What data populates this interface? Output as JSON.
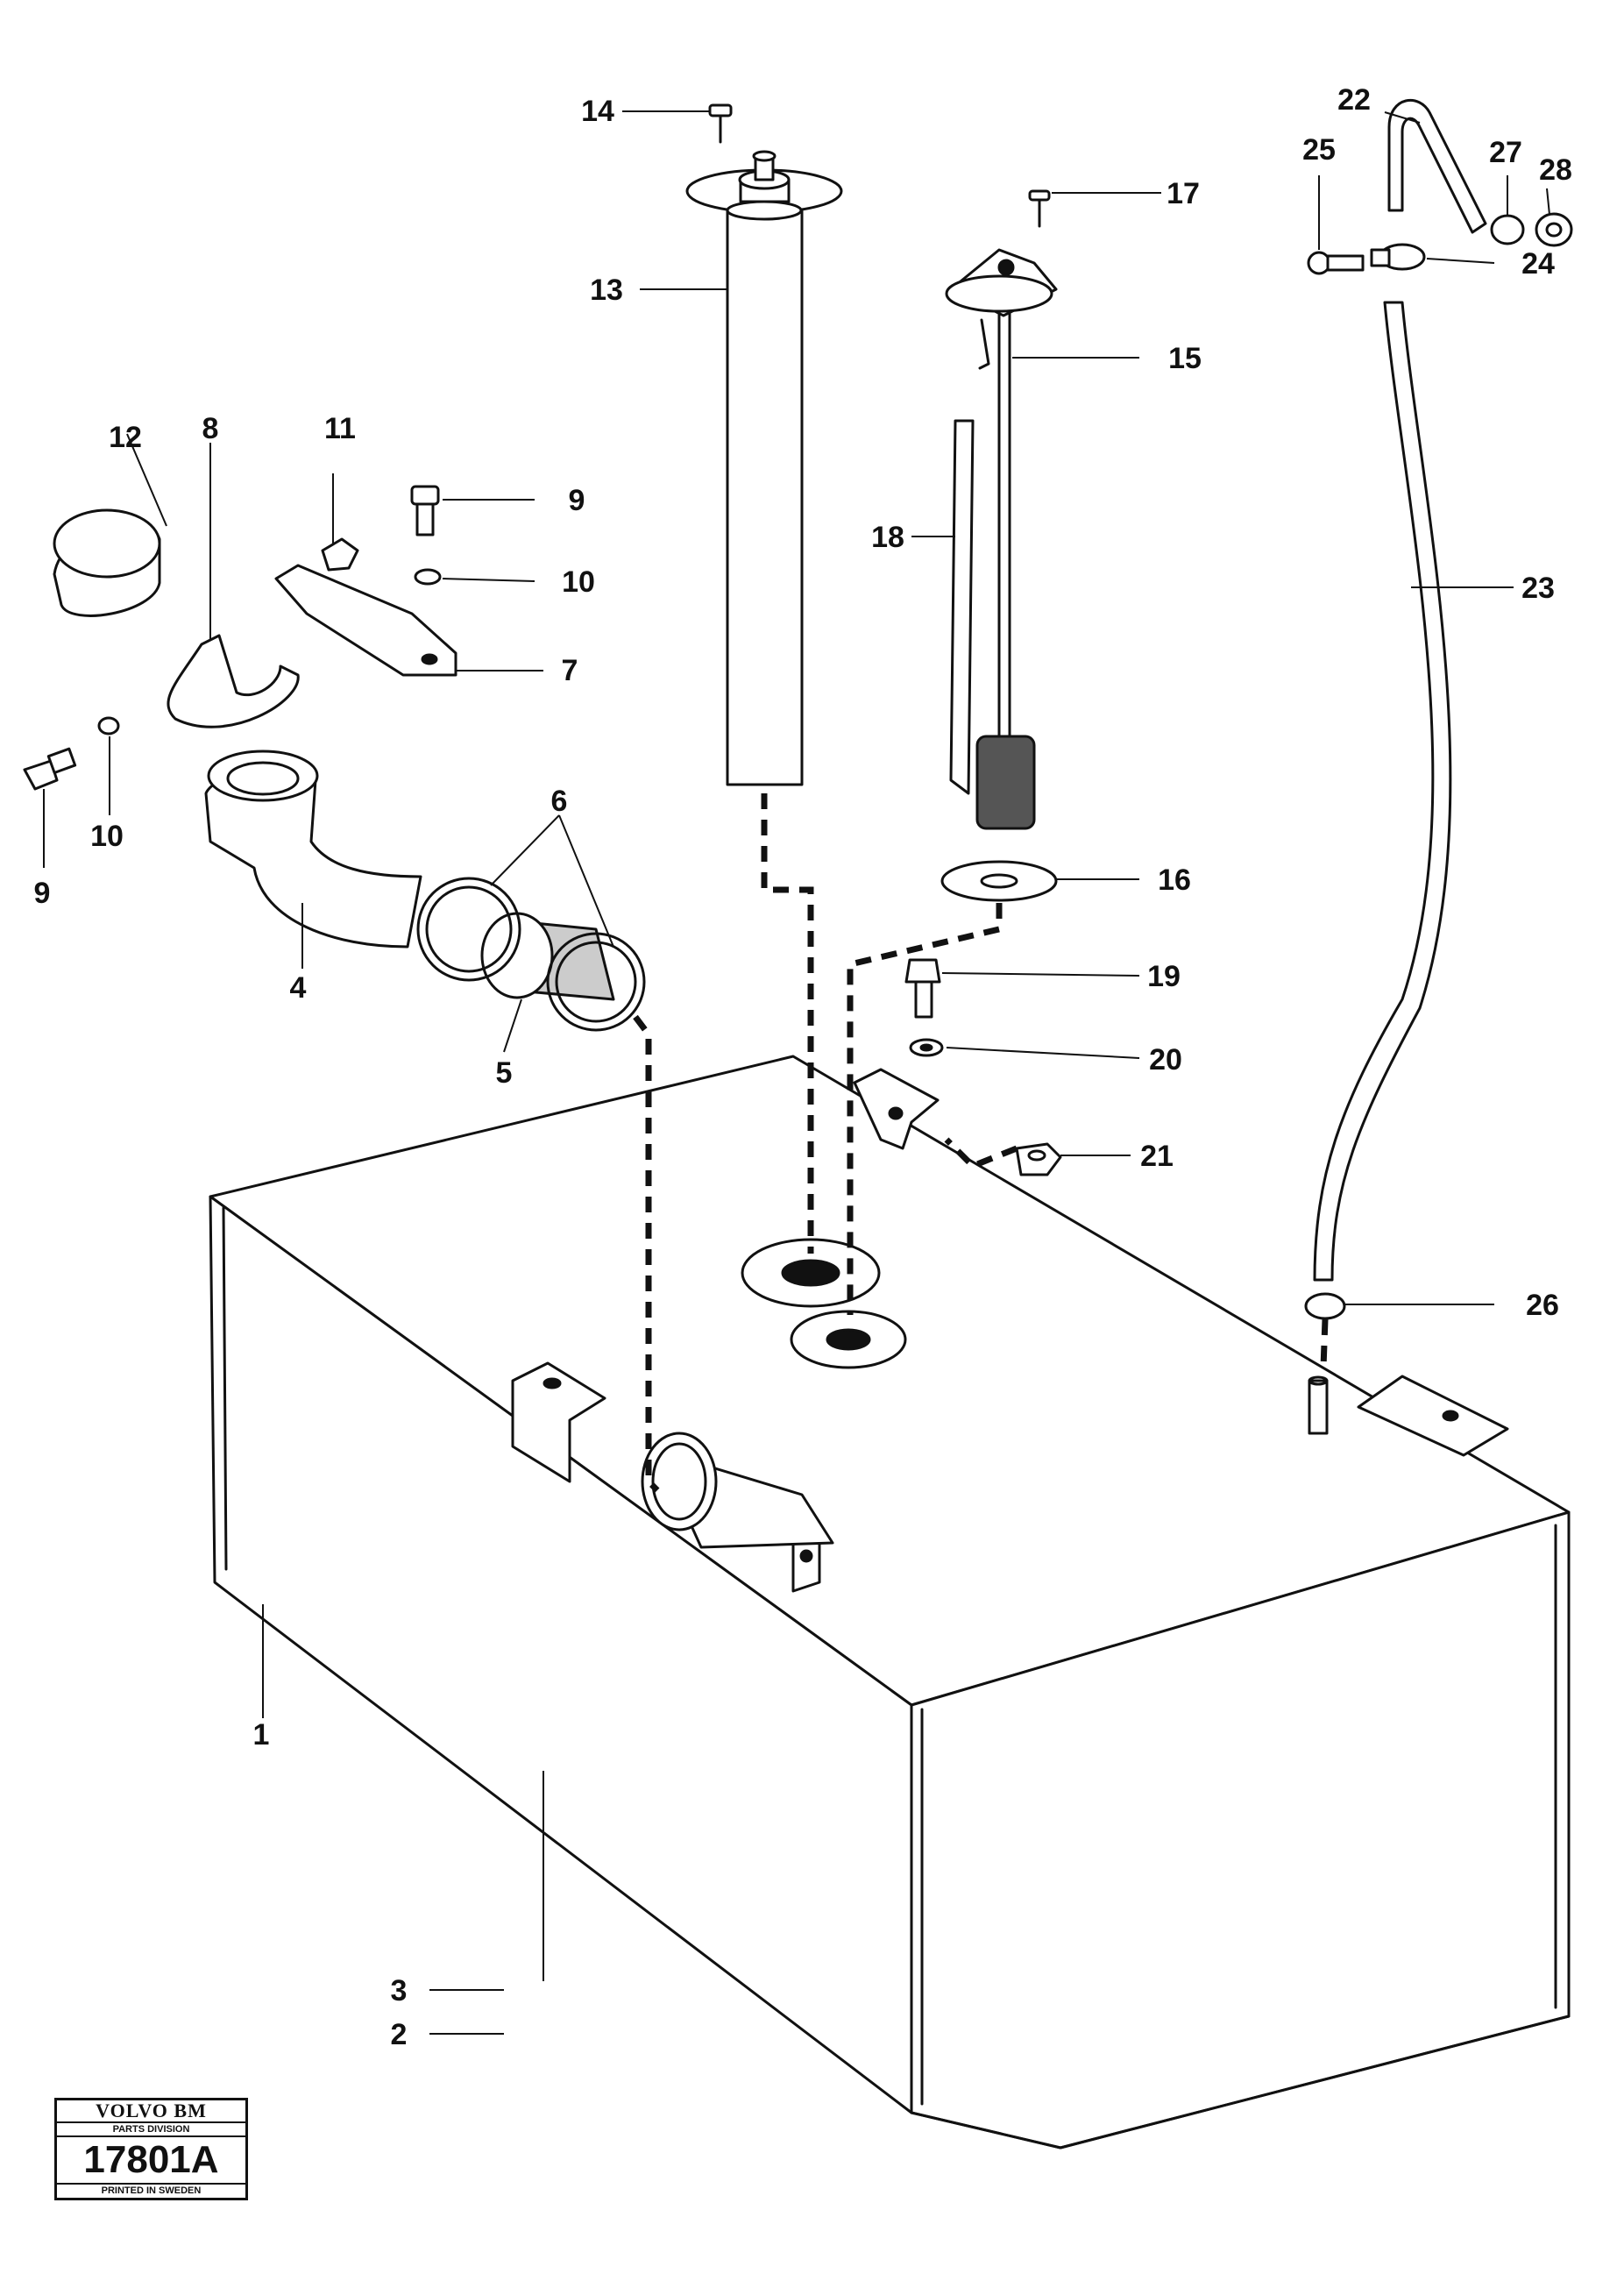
{
  "callouts": [
    "1",
    "2",
    "3",
    "4",
    "5",
    "6",
    "7",
    "8",
    "9",
    "9",
    "10",
    "10",
    "11",
    "12",
    "13",
    "14",
    "15",
    "16",
    "17",
    "18",
    "19",
    "20",
    "21",
    "22",
    "23",
    "24",
    "25",
    "26",
    "27",
    "28"
  ],
  "stamp": {
    "brand": "VOLVO BM",
    "division": "PARTS DIVISION",
    "number": "17801A",
    "printed": "PRINTED IN SWEDEN"
  }
}
